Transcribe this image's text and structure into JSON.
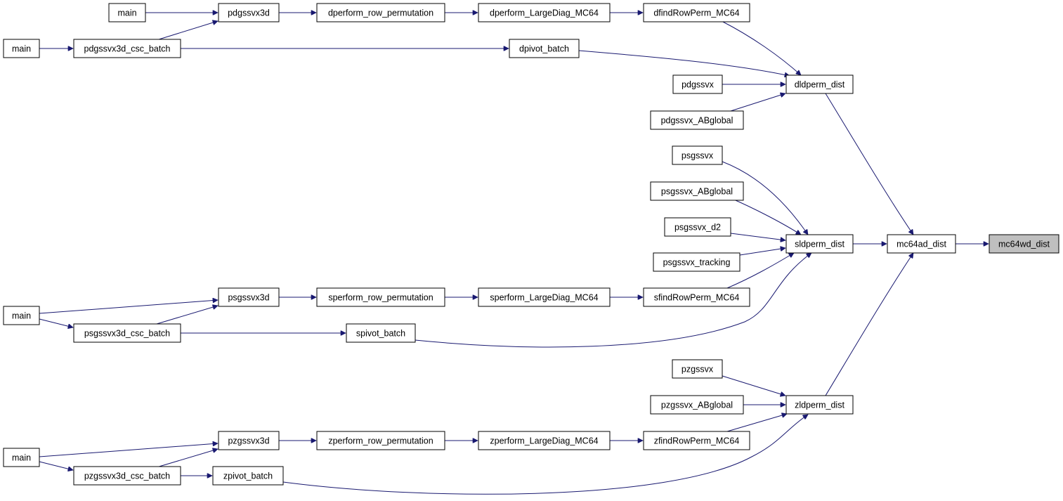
{
  "graph": {
    "colors": {
      "edge": "#191970",
      "focus_fill": "#bfbfbf",
      "node_fill": "#ffffff"
    },
    "nodes": [
      {
        "id": "n_main1",
        "label": "main"
      },
      {
        "id": "n_pdgssvx3d",
        "label": "pdgssvx3d"
      },
      {
        "id": "n_dperf_row",
        "label": "dperform_row_permutation"
      },
      {
        "id": "n_dperf_ld",
        "label": "dperform_LargeDiag_MC64"
      },
      {
        "id": "n_dfind",
        "label": "dfindRowPerm_MC64"
      },
      {
        "id": "n_main2",
        "label": "main"
      },
      {
        "id": "n_pdgssvx3d_csc",
        "label": "pdgssvx3d_csc_batch"
      },
      {
        "id": "n_dpivot",
        "label": "dpivot_batch"
      },
      {
        "id": "n_pdgssvx",
        "label": "pdgssvx"
      },
      {
        "id": "n_dldperm",
        "label": "dldperm_dist"
      },
      {
        "id": "n_pdgssvx_abg",
        "label": "pdgssvx_ABglobal"
      },
      {
        "id": "n_psgssvx",
        "label": "psgssvx"
      },
      {
        "id": "n_psgssvx_abg",
        "label": "psgssvx_ABglobal"
      },
      {
        "id": "n_psgssvx_d2",
        "label": "psgssvx_d2"
      },
      {
        "id": "n_sldperm",
        "label": "sldperm_dist"
      },
      {
        "id": "n_mc64ad",
        "label": "mc64ad_dist"
      },
      {
        "id": "n_mc64wd",
        "label": "mc64wd_dist"
      },
      {
        "id": "n_psgssvx_track",
        "label": "psgssvx_tracking"
      },
      {
        "id": "n_psgssvx3d",
        "label": "psgssvx3d"
      },
      {
        "id": "n_sperf_row",
        "label": "sperform_row_permutation"
      },
      {
        "id": "n_sperf_ld",
        "label": "sperform_LargeDiag_MC64"
      },
      {
        "id": "n_sfind",
        "label": "sfindRowPerm_MC64"
      },
      {
        "id": "n_main3",
        "label": "main"
      },
      {
        "id": "n_psgssvx3d_csc",
        "label": "psgssvx3d_csc_batch"
      },
      {
        "id": "n_spivot",
        "label": "spivot_batch"
      },
      {
        "id": "n_pzgssvx",
        "label": "pzgssvx"
      },
      {
        "id": "n_pzgssvx_abg",
        "label": "pzgssvx_ABglobal"
      },
      {
        "id": "n_zldperm",
        "label": "zldperm_dist"
      },
      {
        "id": "n_pzgssvx3d",
        "label": "pzgssvx3d"
      },
      {
        "id": "n_zperf_row",
        "label": "zperform_row_permutation"
      },
      {
        "id": "n_zperf_ld",
        "label": "zperform_LargeDiag_MC64"
      },
      {
        "id": "n_zfind",
        "label": "zfindRowPerm_MC64"
      },
      {
        "id": "n_main4",
        "label": "main"
      },
      {
        "id": "n_pzgssvx3d_csc",
        "label": "pzgssvx3d_csc_batch"
      },
      {
        "id": "n_zpivot",
        "label": "zpivot_batch"
      }
    ]
  }
}
